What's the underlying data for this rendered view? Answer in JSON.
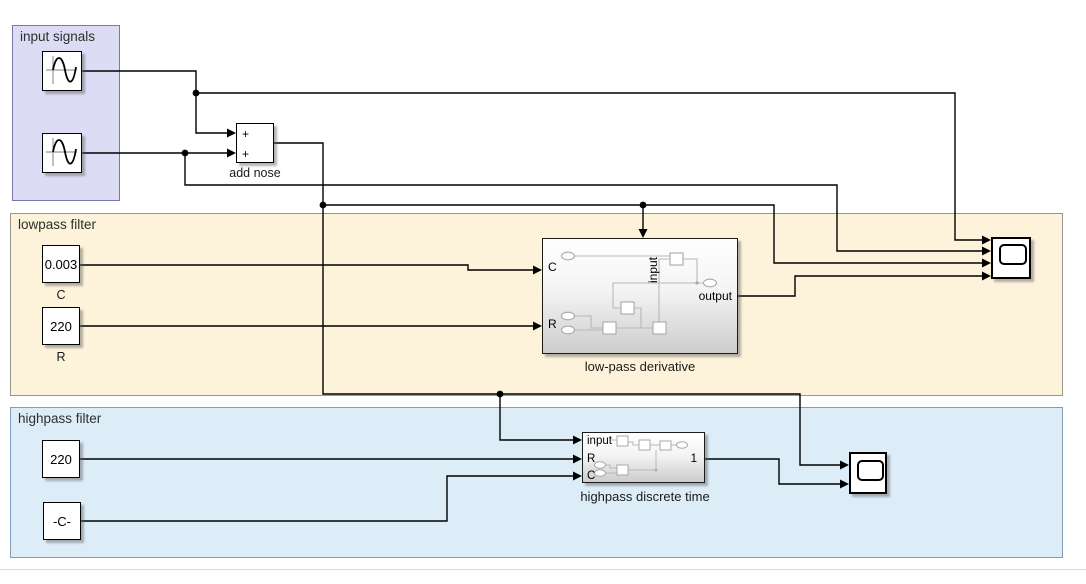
{
  "regions": {
    "input_signals": {
      "label": "input signals",
      "fill": "#dcdcf4",
      "border": "#7878ae"
    },
    "lowpass_filter": {
      "label": "lowpass filter",
      "fill": "#fcf3da",
      "border": "#9a968c"
    },
    "highpass_filter": {
      "label": "highpass filter",
      "fill": "#ddedf8",
      "border": "#7f9db9"
    }
  },
  "blocks": {
    "sine1": {
      "icon": "sine-wave-icon"
    },
    "sine2": {
      "icon": "sine-wave-icon"
    },
    "add_nose": {
      "label": "add nose",
      "port1": "+",
      "port2": "+"
    },
    "capacitance_lowpass": {
      "value": "0.003",
      "label": "C"
    },
    "resistance_lowpass": {
      "value": "220",
      "label": "R"
    },
    "lowpass_subsystem": {
      "label": "low-pass derivative",
      "port_c": "C",
      "port_r": "R",
      "port_top": "input",
      "port_out": "output"
    },
    "resistance_highpass": {
      "value": "220"
    },
    "capacitance_highpass": {
      "value": "-C-"
    },
    "highpass_subsystem": {
      "label": "highpass discrete time",
      "port_input": "input",
      "port_r": "R",
      "port_c": "C",
      "port_out": "1"
    },
    "scope_lowpass": {
      "icon": "scope-icon"
    },
    "scope_highpass": {
      "icon": "scope-icon"
    }
  },
  "colors": {
    "wire": "#000000",
    "block_fill": "#ffffff",
    "block_border": "#000000",
    "subsystem_gradient_bottom": "#cccccc"
  }
}
